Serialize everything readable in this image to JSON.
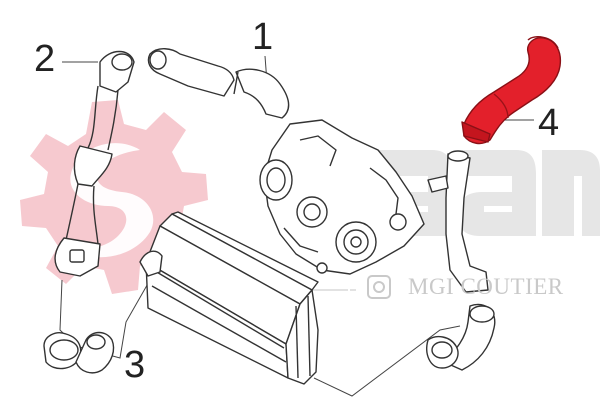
{
  "callouts": {
    "one": "1",
    "two": "2",
    "three": "3",
    "four": "4"
  },
  "watermark": {
    "wordmark": "saam",
    "brand_text": "MGI COUTIER",
    "gear_color": "#f6c9cf",
    "wordmark_color": "#e6e6e6",
    "brand_color": "#c9c9c9"
  },
  "highlight": {
    "part": "4",
    "color": "#e3202b"
  },
  "parts": [
    {
      "id": "1",
      "name": "hose-turbo-inlet"
    },
    {
      "id": "2",
      "name": "pipe-left-vertical"
    },
    {
      "id": "3",
      "name": "elbow-hoses-bottom"
    },
    {
      "id": "4",
      "name": "highlighted-hose"
    }
  ]
}
